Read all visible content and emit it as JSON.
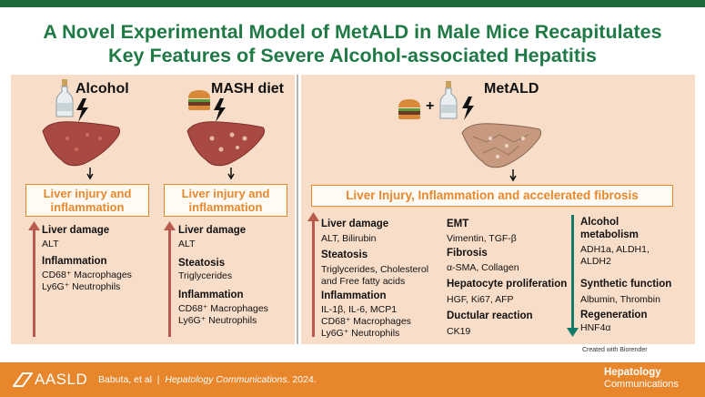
{
  "title": {
    "line1": "A Novel Experimental Model of MetALD in Male Mice Recapitulates",
    "line2": "Key Features of Severe Alcohol-associated Hepatitis"
  },
  "colors": {
    "green": "#1f7a45",
    "orange": "#e8882d",
    "panel": "#f8ddc9",
    "arrow_red": "#b85a4e",
    "arrow_teal": "#137a6a",
    "footer": "#e8862b"
  },
  "alcohol": {
    "label": "Alcohol",
    "outcome": "Liver injury and inflammation",
    "liver_damage": "Liver damage",
    "liver_damage_items": "ALT",
    "inflammation": "Inflammation",
    "inflammation_items": [
      "CD68⁺ Macrophages",
      "Ly6G⁺ Neutrophils"
    ]
  },
  "mash": {
    "label": "MASH diet",
    "outcome": "Liver injury and inflammation",
    "liver_damage": "Liver damage",
    "liver_damage_items": "ALT",
    "steatosis": "Steatosis",
    "steatosis_items": "Triglycerides",
    "inflammation": "Inflammation",
    "inflammation_items": [
      "CD68⁺ Macrophages",
      "Ly6G⁺ Neutrophils"
    ]
  },
  "metald": {
    "label": "MetALD",
    "plus": "+",
    "outcome": "Liver Injury, Inflammation and accelerated fibrosis",
    "col1": {
      "liver_damage": "Liver damage",
      "liver_damage_items": "ALT, Bilirubin",
      "steatosis": "Steatosis",
      "steatosis_items": [
        "Triglycerides, Cholesterol",
        "and Free fatty acids"
      ],
      "inflammation": "Inflammation",
      "inflammation_items": [
        "IL-1β, IL-6, MCP1",
        "CD68⁺ Macrophages",
        "Ly6G⁺ Neutrophils"
      ]
    },
    "col2": {
      "emt": "EMT",
      "emt_items": "Vimentin, TGF-β",
      "fibrosis": "Fibrosis",
      "fibrosis_items": "α-SMA, Collagen",
      "hep_prolif": "Hepatocyte proliferation",
      "hep_prolif_items": "HGF, Ki67, AFP",
      "ductular": "Ductular reaction",
      "ductular_items": "CK19"
    },
    "col3": {
      "alcohol_metabolism": [
        "Alcohol",
        "metabolism"
      ],
      "alcohol_metabolism_items": [
        "ADH1a, ALDH1,",
        "ALDH2"
      ],
      "synthetic": "Synthetic function",
      "synthetic_items": "Albumin, Thrombin",
      "regeneration": "Regeneration",
      "regeneration_items": "HNF4α"
    }
  },
  "credit": "Created with Biorender",
  "footer": {
    "society": "AASLD",
    "citation_prefix": "Babuta, et al  |  ",
    "journal_ital": "Hepatology Communications",
    "citation_suffix": ". 2024.",
    "brand_line1": "Hepatology",
    "brand_line2": "Communications"
  }
}
